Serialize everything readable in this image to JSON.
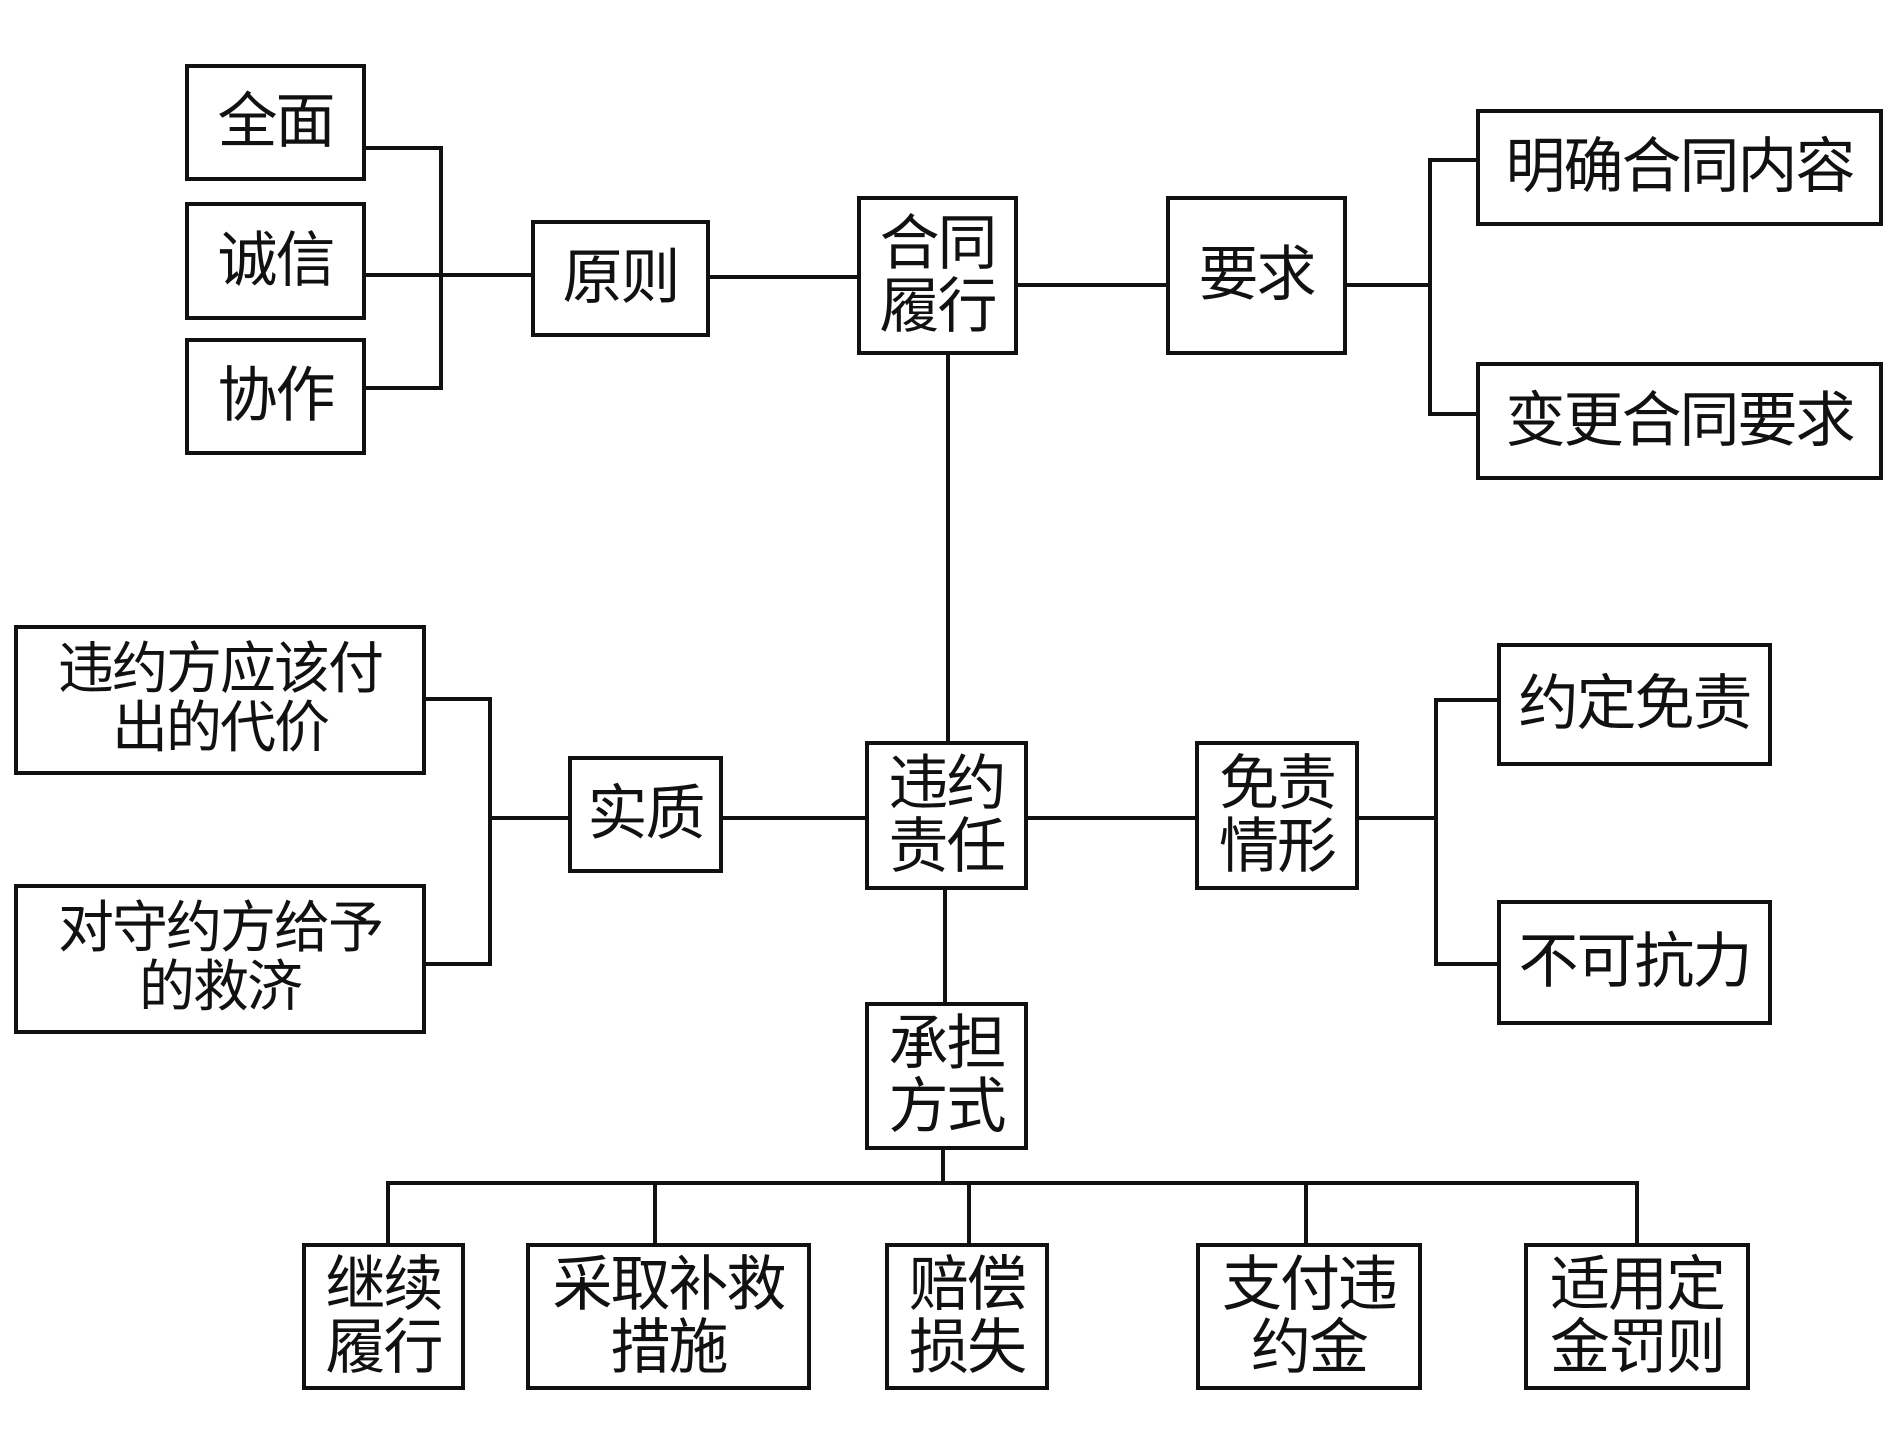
{
  "title": "合同履行与违约责任知识结构图",
  "colors": {
    "stroke": "#111111",
    "background": "#ffffff"
  },
  "nodes": {
    "quanmian": "全面",
    "chengxin": "诚信",
    "xiezuo": "协作",
    "yuanze": "原则",
    "hetong_lvxing": "合同\n履行",
    "yaoqiu": "要求",
    "mingque": "明确合同内容",
    "biangeng": "变更合同要求",
    "daijia": "违约方应该付\n出的代价",
    "jiuji": "对守约方给予\n的救济",
    "shizhi": "实质",
    "weiyue_zeren": "违约\n责任",
    "mianze_qingxing": "免责\n情形",
    "yueding_mianze": "约定免责",
    "bukekangli": "不可抗力",
    "chengdan_fangshi": "承担\n方式",
    "jixu_lvxing": "继续\n履行",
    "caiqu_bujiu": "采取补救\n措施",
    "peichang": "赔偿\n损失",
    "zhifu_weiyuejin": "支付违\n约金",
    "dingjin_faze": "适用定\n金罚则"
  },
  "edges": [
    [
      "quanmian",
      "yuanze"
    ],
    [
      "chengxin",
      "yuanze"
    ],
    [
      "xiezuo",
      "yuanze"
    ],
    [
      "yuanze",
      "hetong_lvxing"
    ],
    [
      "hetong_lvxing",
      "yaoqiu"
    ],
    [
      "yaoqiu",
      "mingque"
    ],
    [
      "yaoqiu",
      "biangeng"
    ],
    [
      "hetong_lvxing",
      "weiyue_zeren"
    ],
    [
      "daijia",
      "shizhi"
    ],
    [
      "jiuji",
      "shizhi"
    ],
    [
      "shizhi",
      "weiyue_zeren"
    ],
    [
      "weiyue_zeren",
      "mianze_qingxing"
    ],
    [
      "mianze_qingxing",
      "yueding_mianze"
    ],
    [
      "mianze_qingxing",
      "bukekangli"
    ],
    [
      "weiyue_zeren",
      "chengdan_fangshi"
    ],
    [
      "chengdan_fangshi",
      "jixu_lvxing"
    ],
    [
      "chengdan_fangshi",
      "caiqu_bujiu"
    ],
    [
      "chengdan_fangshi",
      "peichang"
    ],
    [
      "chengdan_fangshi",
      "zhifu_weiyuejin"
    ],
    [
      "chengdan_fangshi",
      "dingjin_faze"
    ]
  ]
}
